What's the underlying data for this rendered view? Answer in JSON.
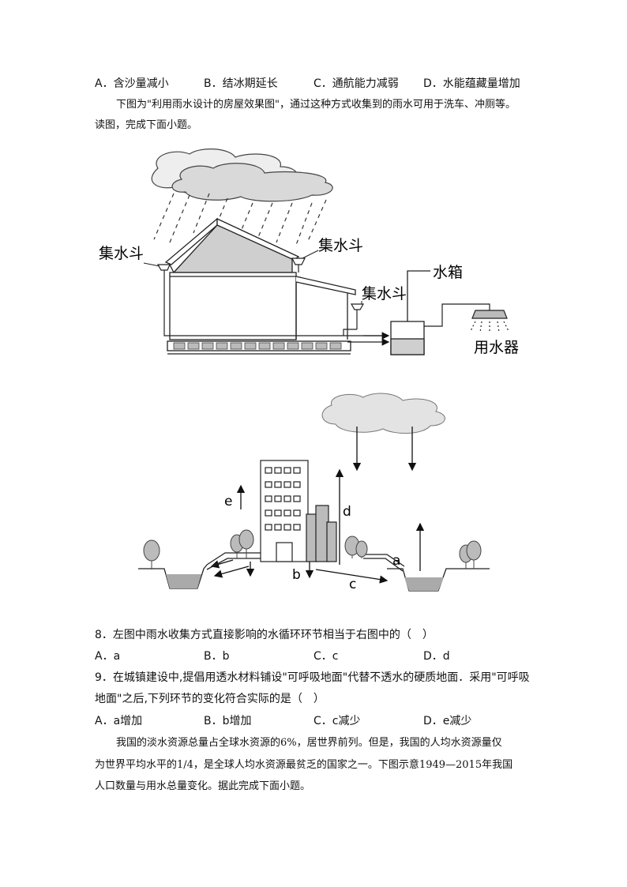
{
  "q7_options": [
    "A．含沙量减小",
    "B．结冰期延长",
    "C．通航能力减弱",
    "D．水能蕴藏量增加"
  ],
  "intro1": {
    "line1": "下图为\"利用雨水设计的房屋效果图\"，通过这种方式收集到的雨水可用于洗车、冲厕等。",
    "line2": "读图，完成下面小题。"
  },
  "figure1": {
    "label_collector_left": "集水斗",
    "label_collector_mid": "集水斗",
    "label_collector_right": "集水斗",
    "label_tank": "水箱",
    "label_user": "用水器"
  },
  "figure2": {
    "labels": {
      "a": "a",
      "b": "b",
      "c": "c",
      "d": "d",
      "e": "e"
    }
  },
  "q8": {
    "stem": "8．左图中雨水收集方式直接影响的水循环环节相当于右图中的（　）",
    "options": [
      "A．a",
      "B．b",
      "C．c",
      "D．d"
    ]
  },
  "q9": {
    "stem1": "9．在城镇建设中,提倡用透水材料铺设\"可呼吸地面\"代替不透水的硬质地面．采用\"可呼吸",
    "stem2": "地面\"之后,下列环节的变化符合实际的是（　）",
    "options": [
      "A．a增加",
      "B．b增加",
      "C．c减少",
      "D．e减少"
    ]
  },
  "intro2": {
    "line1": "我国的淡水资源总量占全球水资源的6%，居世界前列。但是，我国的人均水资源量仅",
    "line2": "为世界平均水平的1/4，是全球人均水资源最贫乏的国家之一。下图示意1949—2015年我国",
    "line3": "人口数量与用水总量变化。据此完成下面小题。"
  }
}
